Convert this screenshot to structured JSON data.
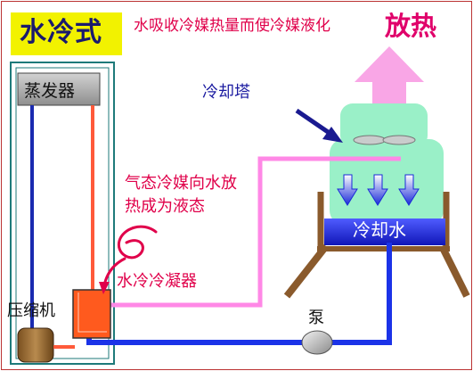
{
  "title": "水冷式",
  "description": "水吸收冷媒热量而使冷媒液化",
  "heat_release": "放热",
  "evaporator": "蒸发器",
  "cooling_tower": "冷却塔",
  "gas_refrigerant_note": "气态冷媒向水放\n热成为液态",
  "cooling_water": "冷却水",
  "water_cooled_condenser": "水冷冷凝器",
  "compressor": "压缩机",
  "pump": "泵",
  "colors": {
    "frame_teal": "#1e7a7a",
    "panel_mint": "#9af0c8",
    "hot_pipe": "#ff5a3a",
    "cold_pipe": "#1a2ab0",
    "refrigerant_gas": "#ff88e6",
    "water_pipe": "#1b33e8",
    "title_bg": "#f2f200",
    "accent_red": "#e0004a"
  }
}
